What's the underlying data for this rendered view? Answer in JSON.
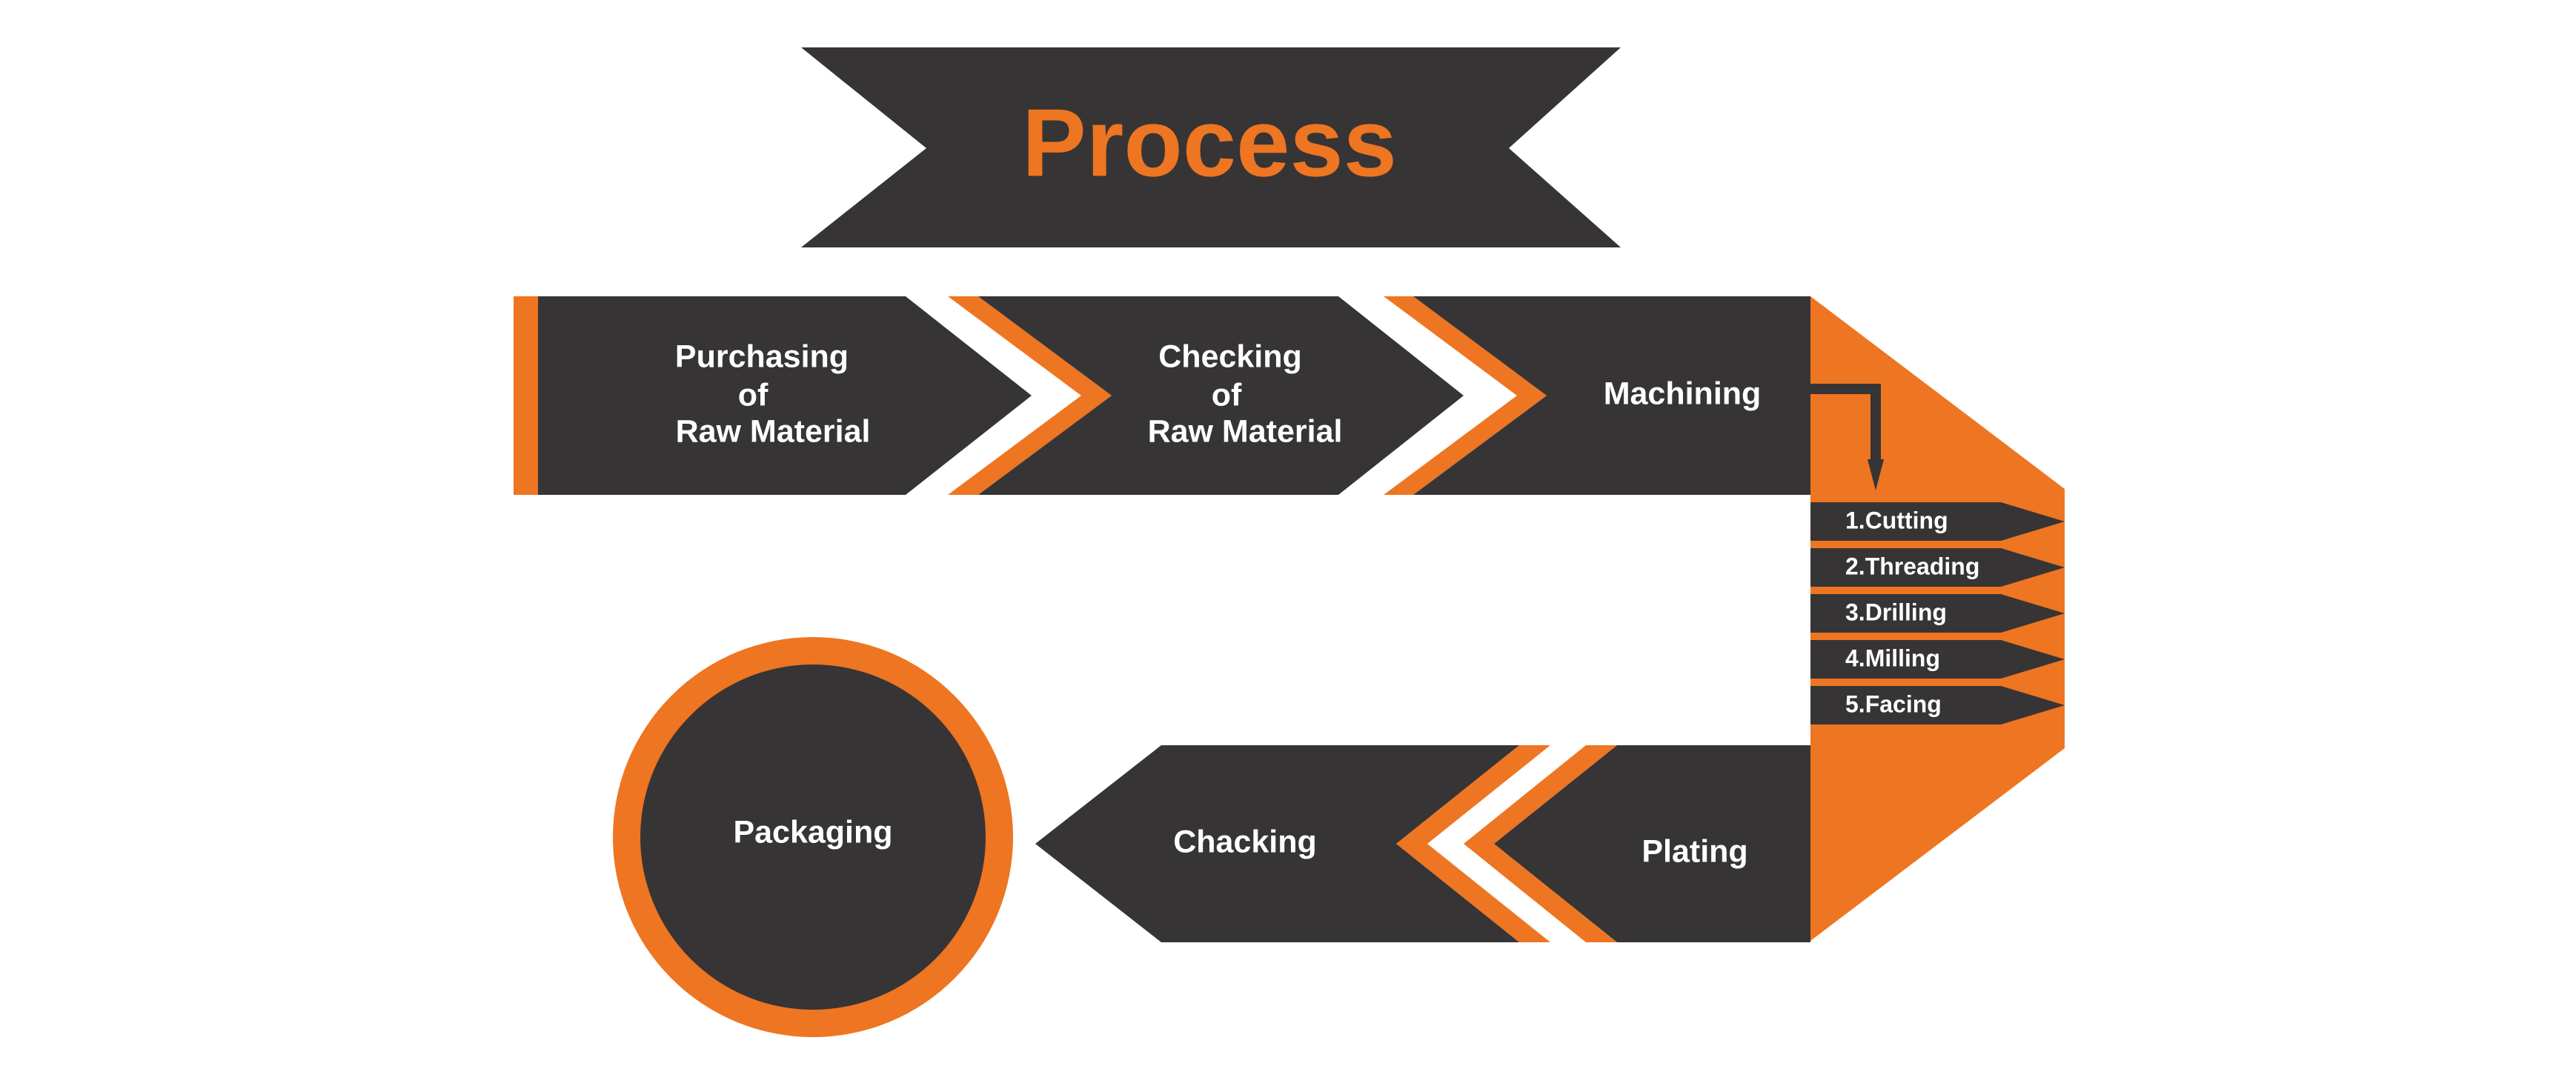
{
  "title": "Process",
  "colors": {
    "dark": "#373435",
    "accent": "#ee7521",
    "background": "#ffffff",
    "text": "#ffffff"
  },
  "steps": {
    "purchasing": {
      "line1": "Purchasing",
      "line2": "of",
      "line3": "Raw Material"
    },
    "checking": {
      "line1": "Checking",
      "line2": "of",
      "line3": "Raw Material"
    },
    "machining": {
      "label": "Machining"
    },
    "plating": {
      "label": "Plating"
    },
    "chacking": {
      "label": "Chacking"
    },
    "packaging": {
      "label": "Packaging"
    }
  },
  "machining_operations": [
    "1.Cutting",
    "2.Threading",
    "3.Drilling",
    "4.Milling",
    "5.Facing"
  ]
}
